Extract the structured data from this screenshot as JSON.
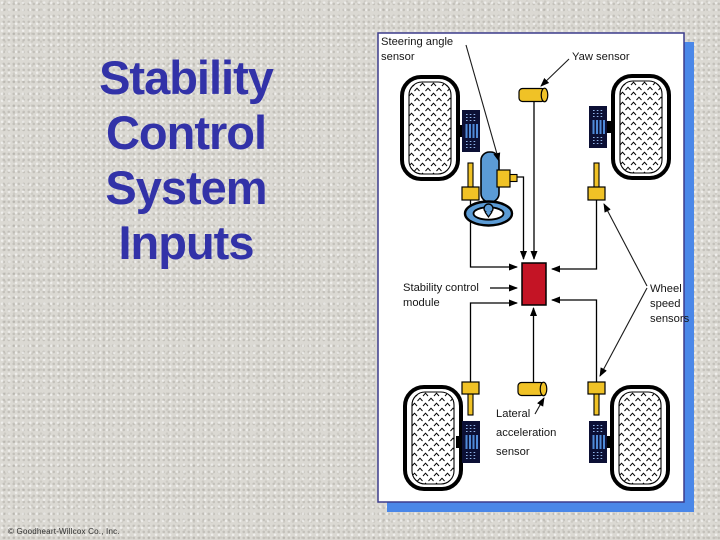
{
  "slide": {
    "title_lines": [
      "Stability",
      "Control",
      "System",
      "Inputs"
    ],
    "copyright": "© Goodheart-Willcox Co., Inc."
  },
  "diagram": {
    "labels": {
      "steering_angle_sensor": [
        "Steering angle",
        "sensor"
      ],
      "yaw_sensor": [
        "Yaw sensor"
      ],
      "stability_control_module": [
        "Stability control",
        "module"
      ],
      "wheel_speed_sensors": [
        "Wheel",
        "speed",
        "sensors"
      ],
      "lateral_acceleration_sensor": [
        "Lateral",
        "acceleration",
        "sensor"
      ]
    },
    "colors": {
      "title_blue": "#3232a8",
      "module_red": "#c41425",
      "sensor_yellow": "#f0c226",
      "steering_blue": "#5b9bd5",
      "brake_navy": "#0c1035",
      "panel_border": "#3c3c8c",
      "shadow_blue": "#4a87e8",
      "background_gray": "#dbd9d3"
    }
  }
}
